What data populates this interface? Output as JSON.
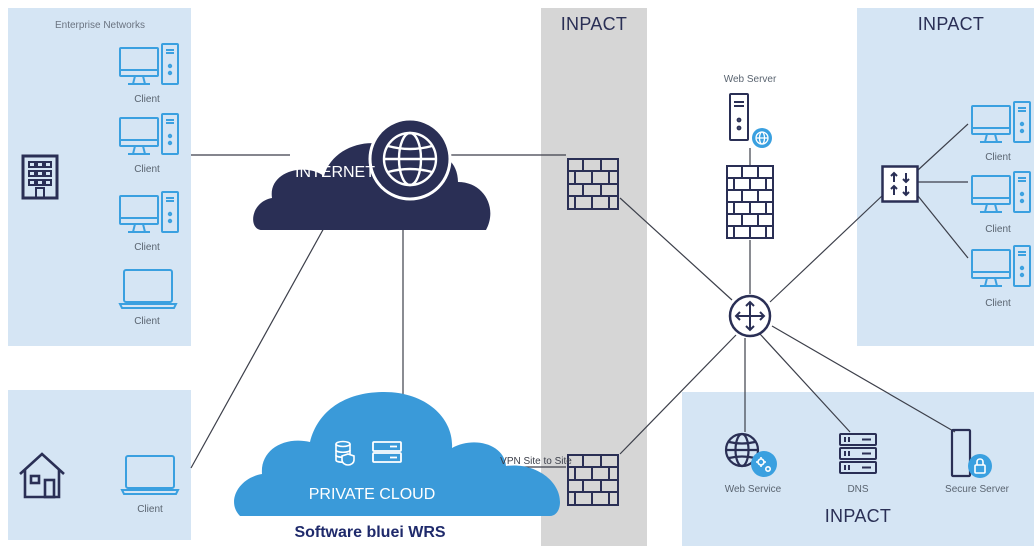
{
  "panels": {
    "enterprise_title": "Enterprise Networks",
    "dmz_title": "INPACT",
    "right_top_title": "INPACT",
    "right_bottom_title": "INPACT"
  },
  "enterprise_clients": [
    "Client",
    "Client",
    "Client",
    "Client"
  ],
  "home_client": "Client",
  "right_clients": [
    "Client",
    "Client",
    "Client"
  ],
  "internet": {
    "label": "INTERNET"
  },
  "private_cloud": {
    "label": "PRIVATE CLOUD"
  },
  "vpn_label": "VPN Site to Site",
  "web_server_label": "Web Server",
  "services": {
    "web_service": "Web Service",
    "dns": "DNS",
    "secure_server": "Secure Server"
  },
  "footer_title": "Software bluei WRS",
  "colors": {
    "navy": "#2a2f55",
    "cloud_blue": "#3a9ad9",
    "icon_blue": "#3aa0e0",
    "panel_bg": "#d5e5f4",
    "dmz_bg": "#d6d6d6",
    "footer": "#1f2a6b"
  }
}
